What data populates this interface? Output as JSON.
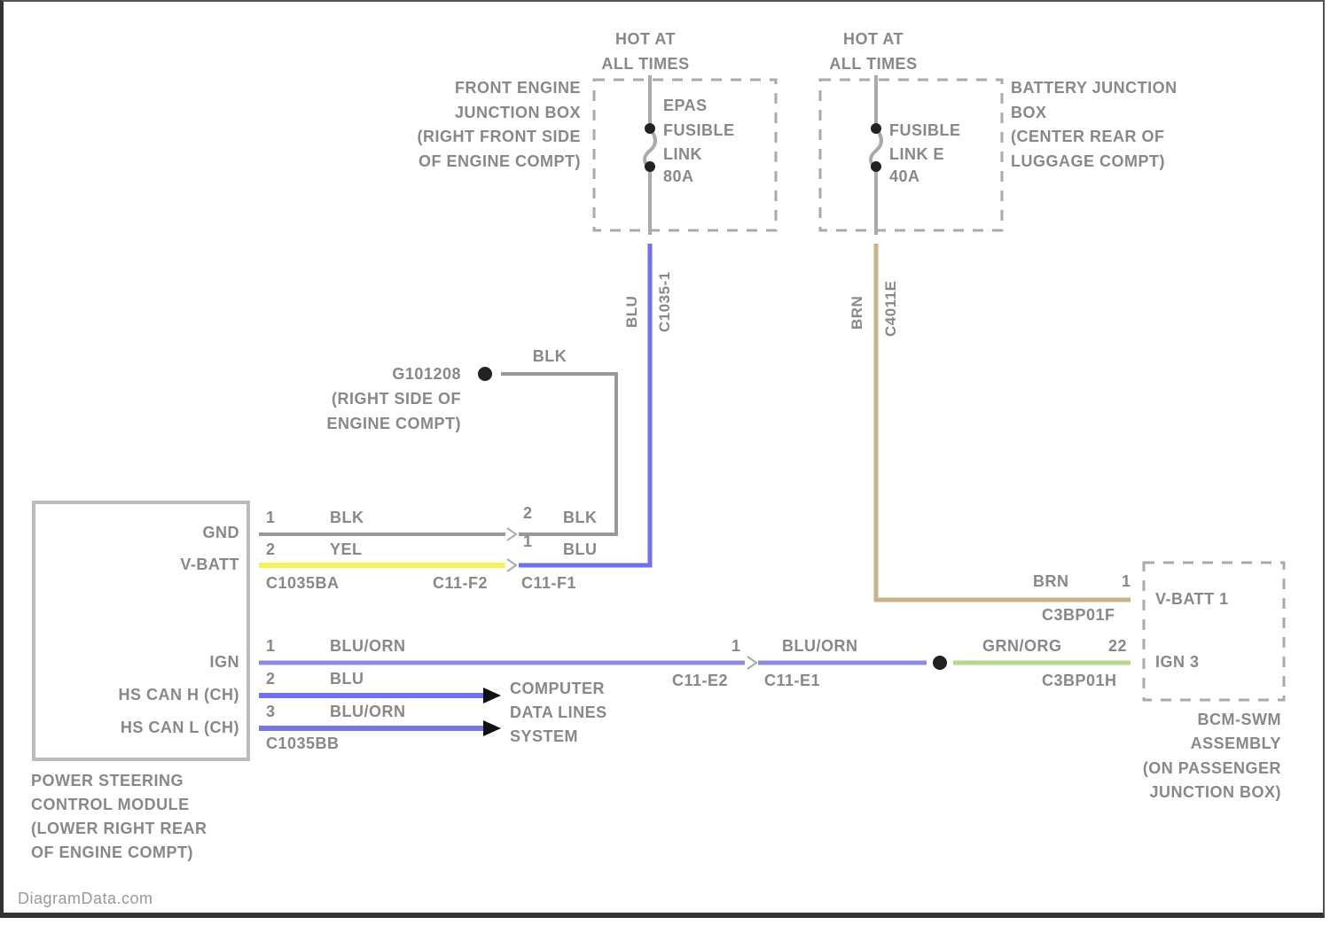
{
  "hot_left": {
    "line1": "HOT AT",
    "line2": "ALL TIMES"
  },
  "hot_right": {
    "line1": "HOT AT",
    "line2": "ALL TIMES"
  },
  "front_junction": {
    "lines": [
      "FRONT ENGINE",
      "JUNCTION BOX",
      "(RIGHT FRONT SIDE",
      "OF ENGINE COMPT)"
    ]
  },
  "epas_link": {
    "lines": [
      "EPAS",
      "FUSIBLE",
      "LINK",
      "80A"
    ]
  },
  "battery_junction": {
    "lines": [
      "BATTERY JUNCTION",
      "BOX",
      "(CENTER REAR OF",
      "LUGGAGE COMPT)"
    ]
  },
  "link_e": {
    "lines": [
      "FUSIBLE",
      "LINK E",
      "40A"
    ]
  },
  "blu_wire": {
    "color_label": "BLU",
    "connector": "C1035-1",
    "color": "#6f6ff0"
  },
  "brn_wire": {
    "color_label": "BRN",
    "connector": "C4011E",
    "color": "#c8b48a"
  },
  "ground": {
    "lines": [
      "G101208",
      "(RIGHT SIDE OF",
      "ENGINE COMPT)"
    ],
    "wire": "BLK"
  },
  "pscm": {
    "pins": [
      {
        "name": "GND",
        "num": "1",
        "wire": "BLK"
      },
      {
        "name": "V-BATT",
        "num": "2",
        "wire": "YEL"
      },
      {
        "name": "IGN",
        "num": "1",
        "wire": "BLU/ORN"
      },
      {
        "name": "HS CAN H (CH)",
        "num": "2",
        "wire": "BLU"
      },
      {
        "name": "HS CAN L (CH)",
        "num": "3",
        "wire": "BLU/ORN"
      }
    ],
    "connector_a": "C1035BA",
    "connector_b": "C1035BB",
    "caption": [
      "POWER STEERING",
      "CONTROL MODULE",
      "(LOWER RIGHT REAR",
      "OF ENGINE COMPT)"
    ]
  },
  "inline_f": {
    "pin_top": "2",
    "pin_bot": "1",
    "left": "C11-F2",
    "right": "C11-F1",
    "wire_top": "BLK",
    "wire_bot": "BLU"
  },
  "inline_e": {
    "pin": "1",
    "left": "C11-E2",
    "right": "C11-E1",
    "wire": "BLU/ORN"
  },
  "data_lines": [
    "COMPUTER",
    "DATA LINES",
    "SYSTEM"
  ],
  "bcm": {
    "pins": [
      {
        "name": "V-BATT 1",
        "num": "1",
        "wire": "BRN",
        "connector": "C3BP01F"
      },
      {
        "name": "IGN 3",
        "num": "22",
        "wire": "GRN/ORG",
        "connector": "C3BP01H"
      }
    ],
    "caption": [
      "BCM-SWM",
      "ASSEMBLY",
      "(ON PASSENGER",
      "JUNCTION BOX)"
    ]
  },
  "watermark": "DiagramData.com",
  "colors": {
    "yel": "#f2f25a",
    "blu": "#6f6ff0",
    "bluorn": "#8c8ce0",
    "grnorg": "#b4d88c",
    "blk": "#999999",
    "brn": "#c8b48a"
  }
}
